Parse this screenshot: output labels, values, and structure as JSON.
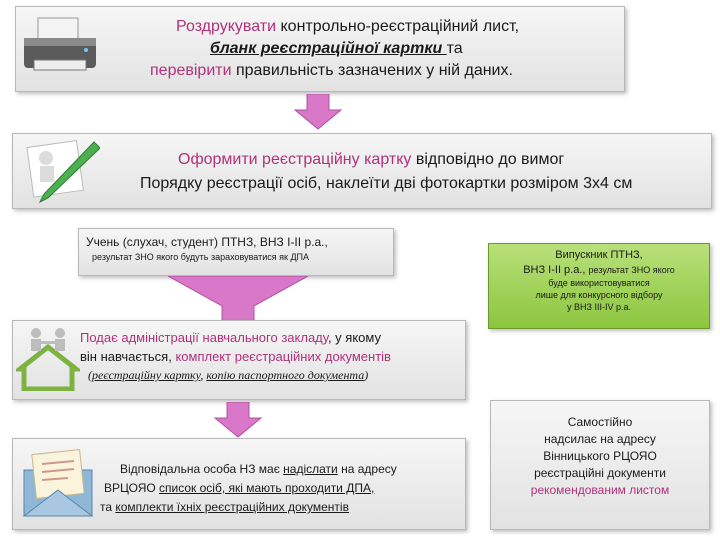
{
  "step1": {
    "action": "Роздрукувати",
    "line1_rest": " контрольно-реєстраційний лист,",
    "line2_link": "бланк реєстраційної картки ",
    "line2_rest": "та",
    "line3_action": "перевірити",
    "line3_rest": " правильність зазначених у ній даних.",
    "icon": "printer-icon"
  },
  "step2": {
    "action": "Оформити реєстраційну картку",
    "line1_rest": " відповідно до вимог",
    "line2": "Порядку реєстрації осіб, наклеїти дві фотокартки розміром 3х4 см",
    "icon": "pen-icon"
  },
  "branch_left": {
    "title": "Учень (слухач, студент) ПТНЗ, ВНЗ І-ІІ р.а.,",
    "subtitle": "результат ЗНО якого будуть зараховуватися як ДПА"
  },
  "branch_right": {
    "line1": "Випускник ПТНЗ,",
    "line2a": "ВНЗ І-ІІ р.а., ",
    "line2b": "результат ЗНО якого",
    "line3": "буде використовуватися",
    "line4": "лише для конкурсного відбору",
    "line5": "у ВНЗ ІІІ-ІV р.а."
  },
  "step3": {
    "line1_pink": "Подає адміністрації навчального закладу",
    "line1_rest": ", у якому",
    "line2_start": "він навчається, ",
    "line2_pink": "комплект реєстраційних документів",
    "line3_open": "(",
    "line3_a": "реєстраційну картку",
    "line3_sep": ", ",
    "line3_b": "копію паспортного документа",
    "line3_close": ")",
    "icon": "house-people-icon"
  },
  "step4_left": {
    "line1a": "Відповідальна особа НЗ має ",
    "line1b": "надіслати",
    "line1c": " на адресу",
    "line2a": "ВРЦОЯО ",
    "line2b": "список осіб, які мають проходити ДПА,",
    "line3a": "та ",
    "line3b": "комплекти їхніх реєстраційних документів",
    "icon": "envelope-letter-icon"
  },
  "step4_right": {
    "line1": "Самостійно",
    "line2": "надсилає на адресу",
    "line3": "Вінницького РЦОЯО",
    "line4": "реєстраційні документи",
    "line5": "рекомендованим листом"
  },
  "colors": {
    "accent": "#b0317a",
    "arrow": "#d978c8",
    "green": "#8cc63f",
    "box": "#e8e8e8"
  }
}
